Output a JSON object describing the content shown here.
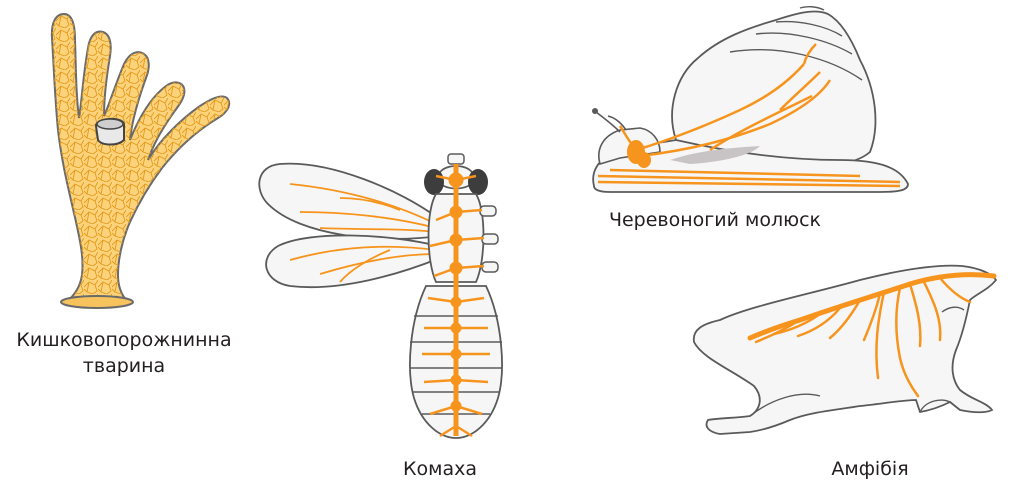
{
  "captions": {
    "hydra_line1": "Кишковопорожнинна",
    "hydra_line2": "тварина",
    "insect": "Комаха",
    "snail": "Черевоногий молюск",
    "frog": "Амфібія"
  },
  "colors": {
    "nerve": "#f7941d",
    "nerve_net": "#f4b41a",
    "body_fill": "#f4f3f2",
    "hydra_fill": "#fcd27b",
    "outline": "#5a5a5a",
    "eye": "#3d3d3d"
  }
}
